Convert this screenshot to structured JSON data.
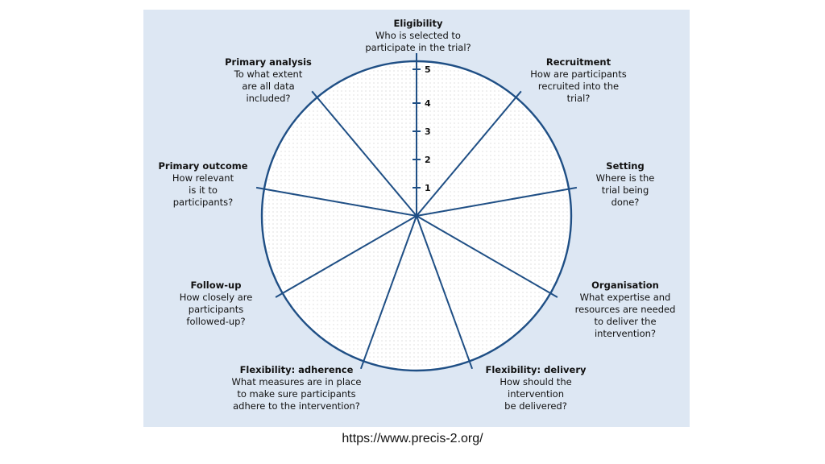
{
  "domains": [
    {
      "id": "eligibility",
      "title": "Eligibility",
      "desc": "Who is selected to\nparticipate in the trial?"
    },
    {
      "id": "recruitment",
      "title": "Recruitment",
      "desc": "How are participants\nrecruited into the\ntrial?"
    },
    {
      "id": "setting",
      "title": "Setting",
      "desc": "Where is the\ntrial being\ndone?"
    },
    {
      "id": "organisation",
      "title": "Organisation",
      "desc": "What expertise and\nresources are needed\nto deliver the\nintervention?"
    },
    {
      "id": "flexibility-delivery",
      "title": "Flexibility: delivery",
      "desc": "How should the\nintervention\nbe delivered?"
    },
    {
      "id": "flexibility-adherence",
      "title": "Flexibility: adherence",
      "desc": "What measures are in place\nto make sure participants\nadhere to the intervention?"
    },
    {
      "id": "follow-up",
      "title": "Follow-up",
      "desc": "How closely are\nparticipants\nfollowed-up?"
    },
    {
      "id": "primary-outcome",
      "title": "Primary outcome",
      "desc": "How relevant\nis it to\nparticipants?"
    },
    {
      "id": "primary-analysis",
      "title": "Primary analysis",
      "desc": "To what extent\nare all data\nincluded?"
    }
  ],
  "scale": [
    "1",
    "2",
    "3",
    "4",
    "5"
  ],
  "url": "https://www.precis-2.org/",
  "colors": {
    "panel": "#dde7f3",
    "line": "#1f4f85",
    "text": "#111111"
  }
}
